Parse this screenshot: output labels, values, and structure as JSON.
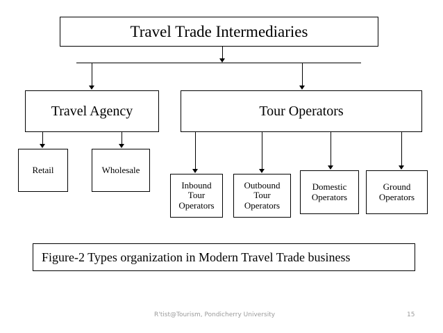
{
  "diagram": {
    "root": {
      "label": "Travel Trade Intermediaries"
    },
    "level2": [
      {
        "label": "Travel Agency"
      },
      {
        "label": "Tour Operators"
      }
    ],
    "agency_children": [
      {
        "label": "Retail"
      },
      {
        "label": "Wholesale"
      }
    ],
    "touroperator_children": [
      {
        "label": "Inbound\nTour\nOperators"
      },
      {
        "label": "Outbound\nTour\nOperators"
      },
      {
        "label": "Domestic\nOperators"
      },
      {
        "label": "Ground\nOperators"
      }
    ]
  },
  "caption": {
    "text": "Figure-2 Types organization in Modern Travel Trade business"
  },
  "footer": {
    "attribution": "R'tist@Tourism, Pondicherry University",
    "page_number": "15"
  },
  "colors": {
    "background": "#ffffff",
    "stroke": "#000000",
    "text": "#000000",
    "footer_text": "#9a9a9a"
  }
}
